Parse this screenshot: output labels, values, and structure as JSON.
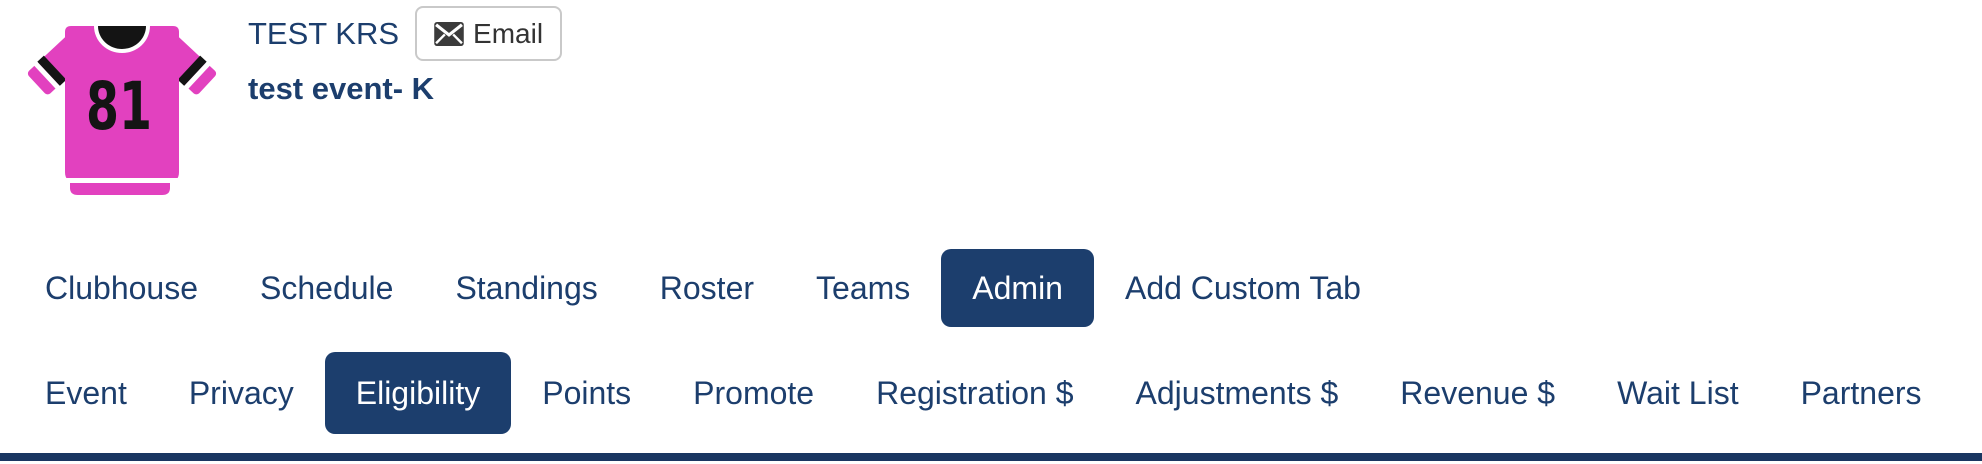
{
  "colors": {
    "navy": "#1C3E6D",
    "rule": "#1A3661",
    "jersey_pink": "#E241BF",
    "jersey_black": "#141414",
    "button_border": "#C9C9C9",
    "button_text": "#333333"
  },
  "header": {
    "team_name": "TEST KRS",
    "event_name": "test event- K",
    "email_button_label": "Email",
    "jersey_number": "81"
  },
  "main_nav": {
    "items": [
      {
        "label": "Clubhouse",
        "active": false
      },
      {
        "label": "Schedule",
        "active": false
      },
      {
        "label": "Standings",
        "active": false
      },
      {
        "label": "Roster",
        "active": false
      },
      {
        "label": "Teams",
        "active": false
      },
      {
        "label": "Admin",
        "active": true
      },
      {
        "label": "Add Custom Tab",
        "active": false
      }
    ]
  },
  "sub_nav": {
    "items": [
      {
        "label": "Event",
        "active": false
      },
      {
        "label": "Privacy",
        "active": false
      },
      {
        "label": "Eligibility",
        "active": true
      },
      {
        "label": "Points",
        "active": false
      },
      {
        "label": "Promote",
        "active": false
      },
      {
        "label": "Registration $",
        "active": false
      },
      {
        "label": "Adjustments $",
        "active": false
      },
      {
        "label": "Revenue $",
        "active": false
      },
      {
        "label": "Wait List",
        "active": false
      },
      {
        "label": "Partners",
        "active": false
      }
    ]
  }
}
